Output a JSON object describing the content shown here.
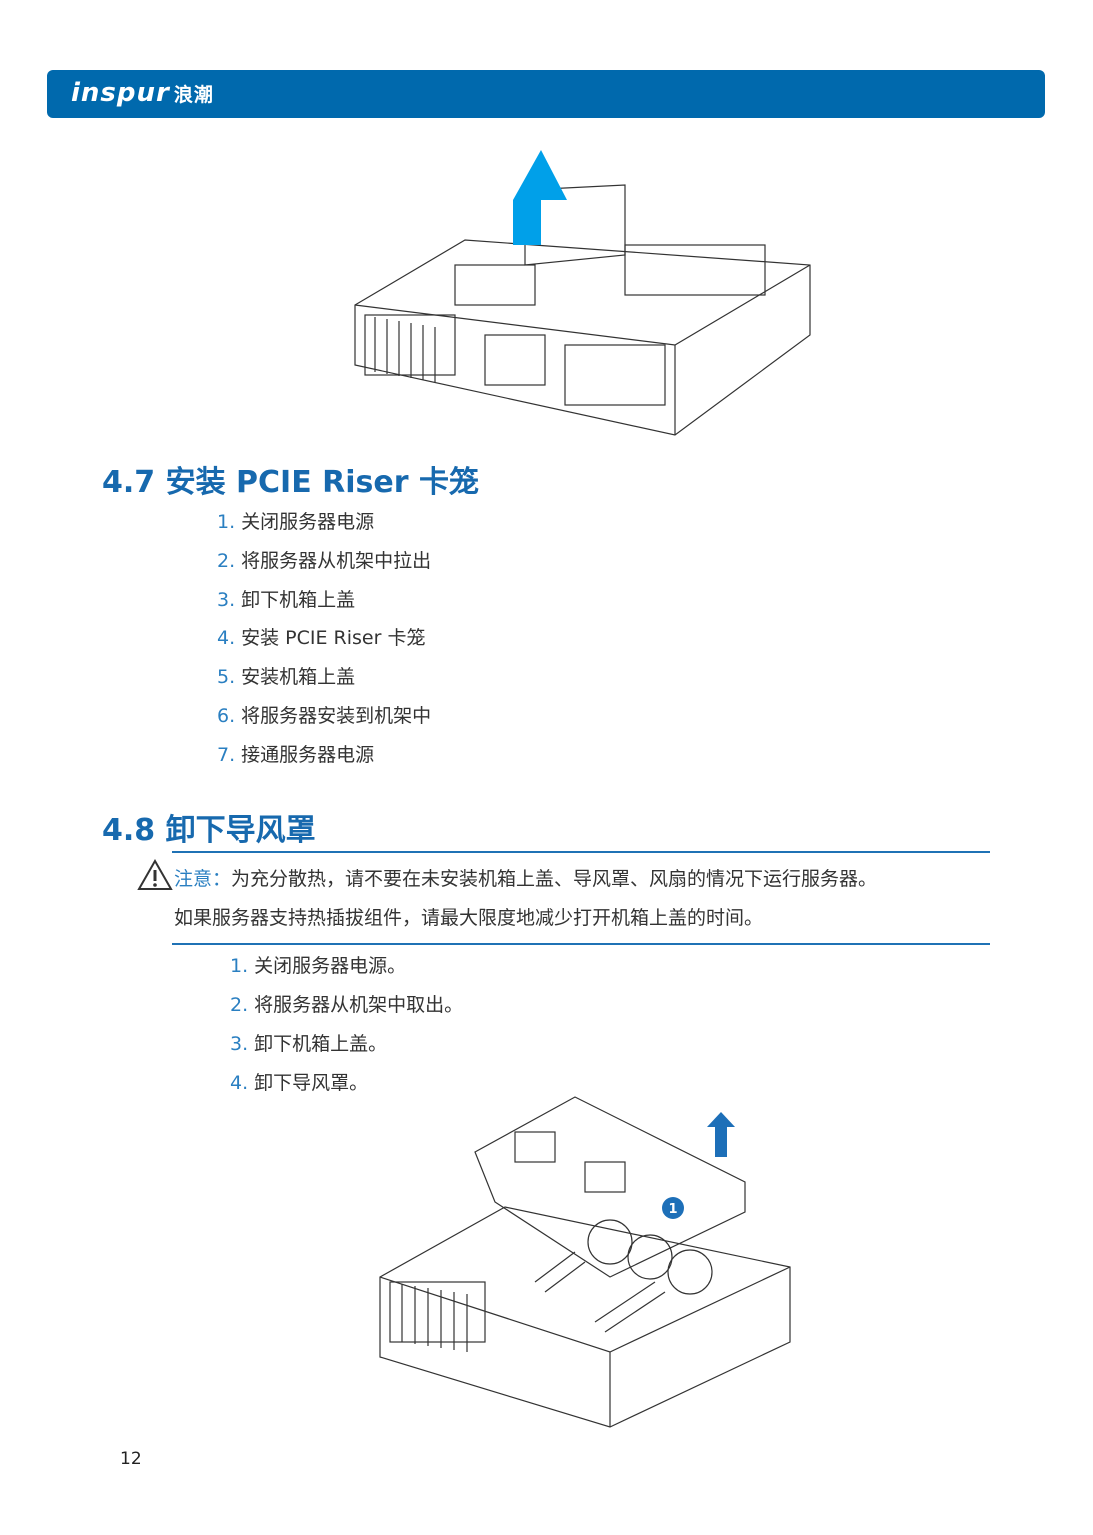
{
  "header": {
    "logo_latin": "inspur",
    "logo_cn": "浪潮",
    "color": "#0069ad"
  },
  "section_47": {
    "title": "4.7 安装 PCIE Riser 卡笼",
    "steps": [
      {
        "n": "1.",
        "t": "关闭服务器电源"
      },
      {
        "n": "2.",
        "t": "将服务器从机架中拉出"
      },
      {
        "n": "3.",
        "t": "卸下机箱上盖"
      },
      {
        "n": "4.",
        "t": "安装 PCIE Riser 卡笼"
      },
      {
        "n": "5.",
        "t": "安装机箱上盖"
      },
      {
        "n": "6.",
        "t": "将服务器安装到机架中"
      },
      {
        "n": "7.",
        "t": "接通服务器电源"
      }
    ]
  },
  "section_48": {
    "title": "4.8 卸下导风罩",
    "note_label": "注意：",
    "note_line1": "为充分散热，请不要在未安装机箱上盖、导风罩、风扇的情况下运行服务器。",
    "note_line2": "如果服务器支持热插拔组件，请最大限度地减少打开机箱上盖的时间。",
    "steps": [
      {
        "n": "1.",
        "t": "关闭服务器电源。"
      },
      {
        "n": "2.",
        "t": "将服务器从机架中取出。"
      },
      {
        "n": "3.",
        "t": "卸下机箱上盖。"
      },
      {
        "n": "4.",
        "t": "卸下导风罩。"
      }
    ],
    "callout": "1"
  },
  "page_number": "12"
}
